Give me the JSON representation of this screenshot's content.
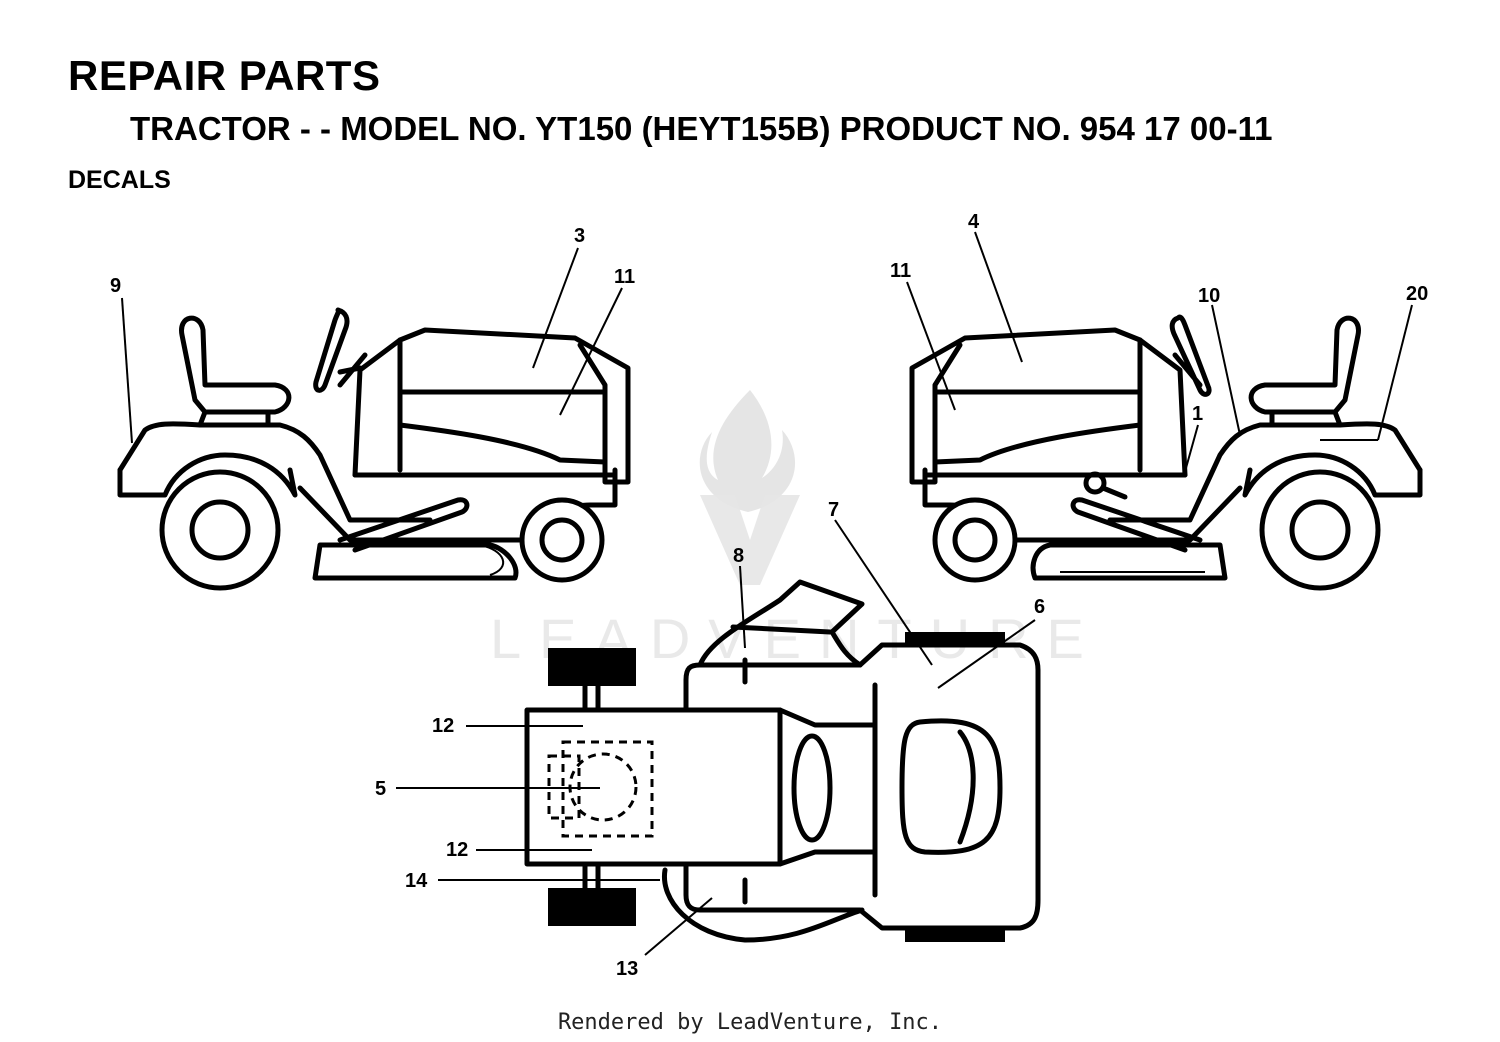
{
  "header": {
    "title": "REPAIR PARTS",
    "subtitle": "TRACTOR - - MODEL NO. YT150 (HEYT155B) PRODUCT NO. 954 17 00-11",
    "section": "DECALS"
  },
  "watermark": {
    "text": "LEADVENTURE"
  },
  "callouts": {
    "c1": "1",
    "c3": "3",
    "c4": "4",
    "c5": "5",
    "c6": "6",
    "c7": "7",
    "c8": "8",
    "c9": "9",
    "c10": "10",
    "c11a": "11",
    "c11b": "11",
    "c12a": "12",
    "c12b": "12",
    "c13": "13",
    "c14": "14",
    "c20": "20"
  },
  "footer": {
    "text": "Rendered by LeadVenture, Inc."
  }
}
